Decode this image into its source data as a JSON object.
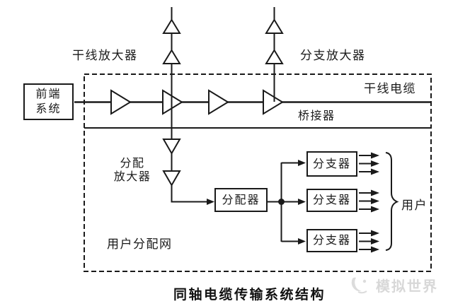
{
  "diagram": {
    "boxes": {
      "headend_line1": "前端",
      "headend_line2": "系统",
      "splitter": "分配器",
      "tap1": "分支器",
      "tap2": "分支器",
      "tap3": "分支器"
    },
    "labels": {
      "trunk_amplifier": "干线放大器",
      "branch_amplifier": "分支放大器",
      "trunk_cable": "干线电缆",
      "bridger": "桥接器",
      "distribution_amplifier_line1": "分配",
      "distribution_amplifier_line2": "放大器",
      "user_distribution_network": "用户分配网",
      "users": "用户"
    },
    "caption": "同轴电缆传输系统结构",
    "watermark": {
      "text": "模拟世界"
    },
    "colors": {
      "line": "#1a1a1a",
      "background": "#ffffff",
      "watermark_gray": "#d8d8d8"
    }
  }
}
